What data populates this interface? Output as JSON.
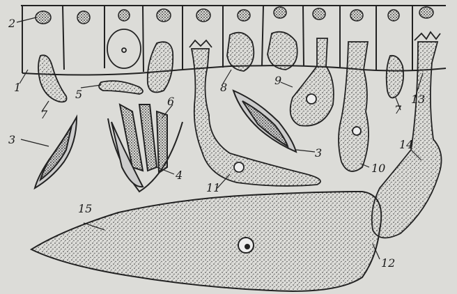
{
  "figure": {
    "labels": [
      {
        "id": "l1",
        "text": "1"
      },
      {
        "id": "l2",
        "text": "2"
      },
      {
        "id": "l3a",
        "text": "3"
      },
      {
        "id": "l3b",
        "text": "3"
      },
      {
        "id": "l4",
        "text": "4"
      },
      {
        "id": "l5",
        "text": "5"
      },
      {
        "id": "l6",
        "text": "6"
      },
      {
        "id": "l7a",
        "text": "7"
      },
      {
        "id": "l7b",
        "text": "7"
      },
      {
        "id": "l8",
        "text": "8"
      },
      {
        "id": "l9",
        "text": "9"
      },
      {
        "id": "l10",
        "text": "10"
      },
      {
        "id": "l11",
        "text": "11"
      },
      {
        "id": "l12",
        "text": "12"
      },
      {
        "id": "l13",
        "text": "13"
      },
      {
        "id": "l14",
        "text": "14"
      },
      {
        "id": "l15",
        "text": "15"
      }
    ]
  }
}
